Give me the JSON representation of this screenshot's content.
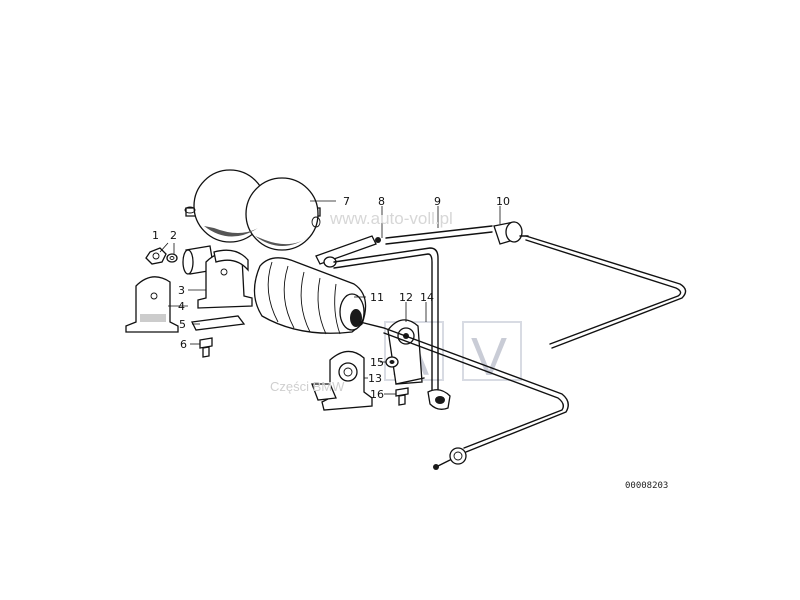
{
  "callouts": [
    "1",
    "2",
    "3",
    "4",
    "5",
    "6",
    "7",
    "8",
    "9",
    "10",
    "11",
    "12",
    "13",
    "14",
    "15",
    "16"
  ],
  "diagram_code": "00008203",
  "watermark": {
    "site": "www.auto-voll.pl",
    "label": "Części BMW",
    "logo_letters": "AV"
  }
}
